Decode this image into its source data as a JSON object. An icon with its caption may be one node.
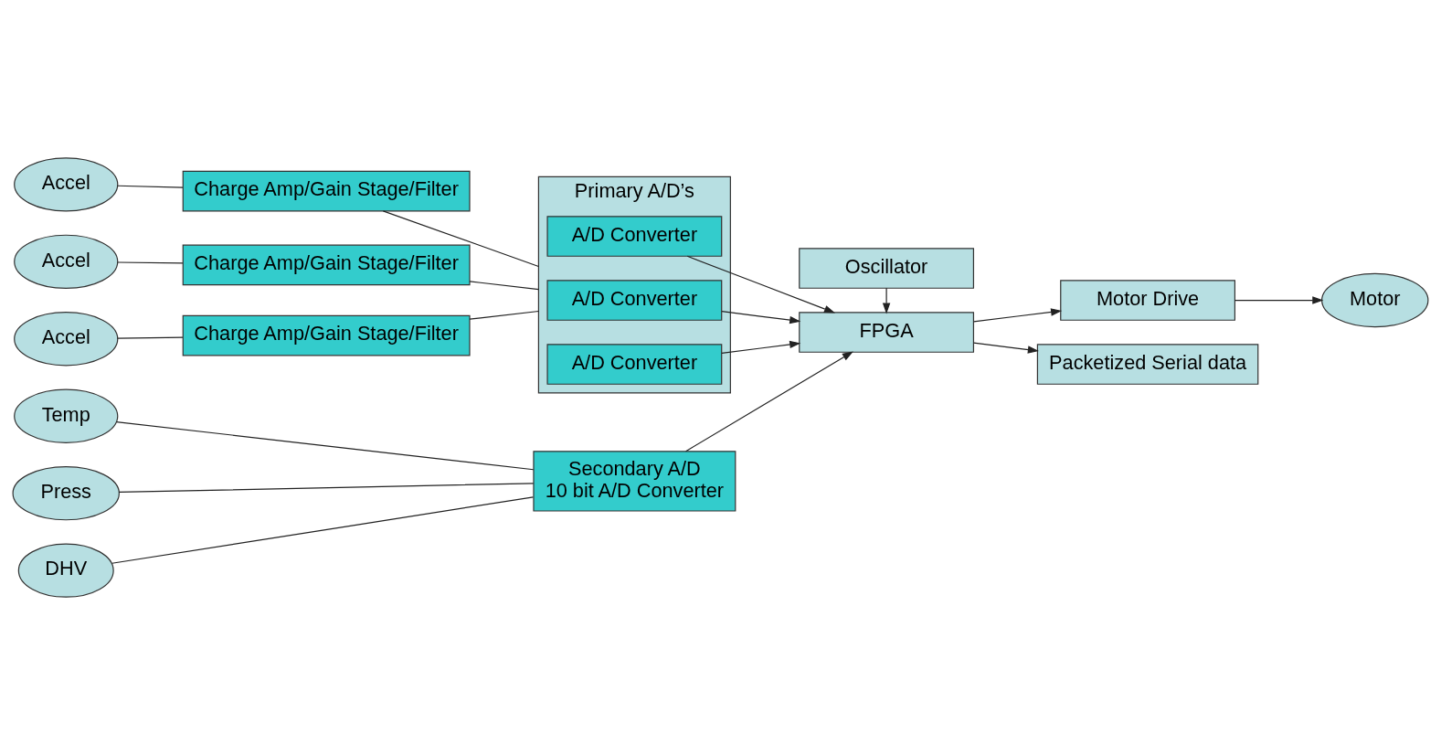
{
  "diagram": {
    "nodes": [
      {
        "text": [
          "Accel"
        ]
      },
      {
        "text": [
          "Charge Amp/Gain Stage/Filter"
        ]
      },
      {
        "text": [
          "Accel"
        ]
      },
      {
        "text": [
          "Charge Amp/Gain Stage/Filter"
        ]
      },
      {
        "text": [
          "Accel"
        ]
      },
      {
        "text": [
          "Charge Amp/Gain Stage/Filter"
        ]
      },
      {
        "text": [
          "Primary A/D’s"
        ]
      },
      {
        "text": [
          "A/D Converter"
        ],
        "in": 6
      },
      {
        "text": [
          "A/D Converter"
        ],
        "in": 6
      },
      {
        "text": [
          "A/D Converter"
        ],
        "in": 6
      },
      {
        "text": [
          "Secondary A/D",
          "10 bit A/D Converter"
        ]
      },
      {
        "text": [
          "Temp"
        ]
      },
      {
        "text": [
          "Press"
        ]
      },
      {
        "text": [
          "DHV"
        ]
      },
      {
        "text": [
          "Oscillator"
        ]
      },
      {
        "text": [
          "FPGA"
        ]
      },
      {
        "text": [
          "Motor Drive"
        ]
      },
      {
        "text": [
          "Packetized Serial data"
        ]
      },
      {
        "text": [
          "Motor"
        ]
      }
    ],
    "edges": [
      {
        "from": 0,
        "to": 1,
        "arrow": "none"
      },
      {
        "from": 2,
        "to": 3,
        "arrow": "none"
      },
      {
        "from": 4,
        "to": 5,
        "arrow": "none"
      },
      {
        "from": 1,
        "to": 6,
        "arrow": "none"
      },
      {
        "from": 3,
        "to": 6,
        "arrow": "none"
      },
      {
        "from": 5,
        "to": 6,
        "arrow": "none"
      },
      {
        "from": 11,
        "to": 10,
        "arrow": "none"
      },
      {
        "from": 12,
        "to": 10,
        "arrow": "none"
      },
      {
        "from": 13,
        "to": 10,
        "arrow": "none"
      },
      {
        "from": 7,
        "to": 15,
        "arrow": "to"
      },
      {
        "from": 8,
        "to": 15,
        "arrow": "to"
      },
      {
        "from": 9,
        "to": 15,
        "arrow": "to"
      },
      {
        "from": 10,
        "to": 15,
        "arrow": "to"
      },
      {
        "from": 14,
        "to": 15,
        "arrow": "to"
      },
      {
        "from": 15,
        "to": 16,
        "arrow": "to"
      },
      {
        "from": 15,
        "to": 17,
        "arrow": "to"
      },
      {
        "from": 16,
        "to": 18,
        "arrow": "to"
      }
    ]
  }
}
